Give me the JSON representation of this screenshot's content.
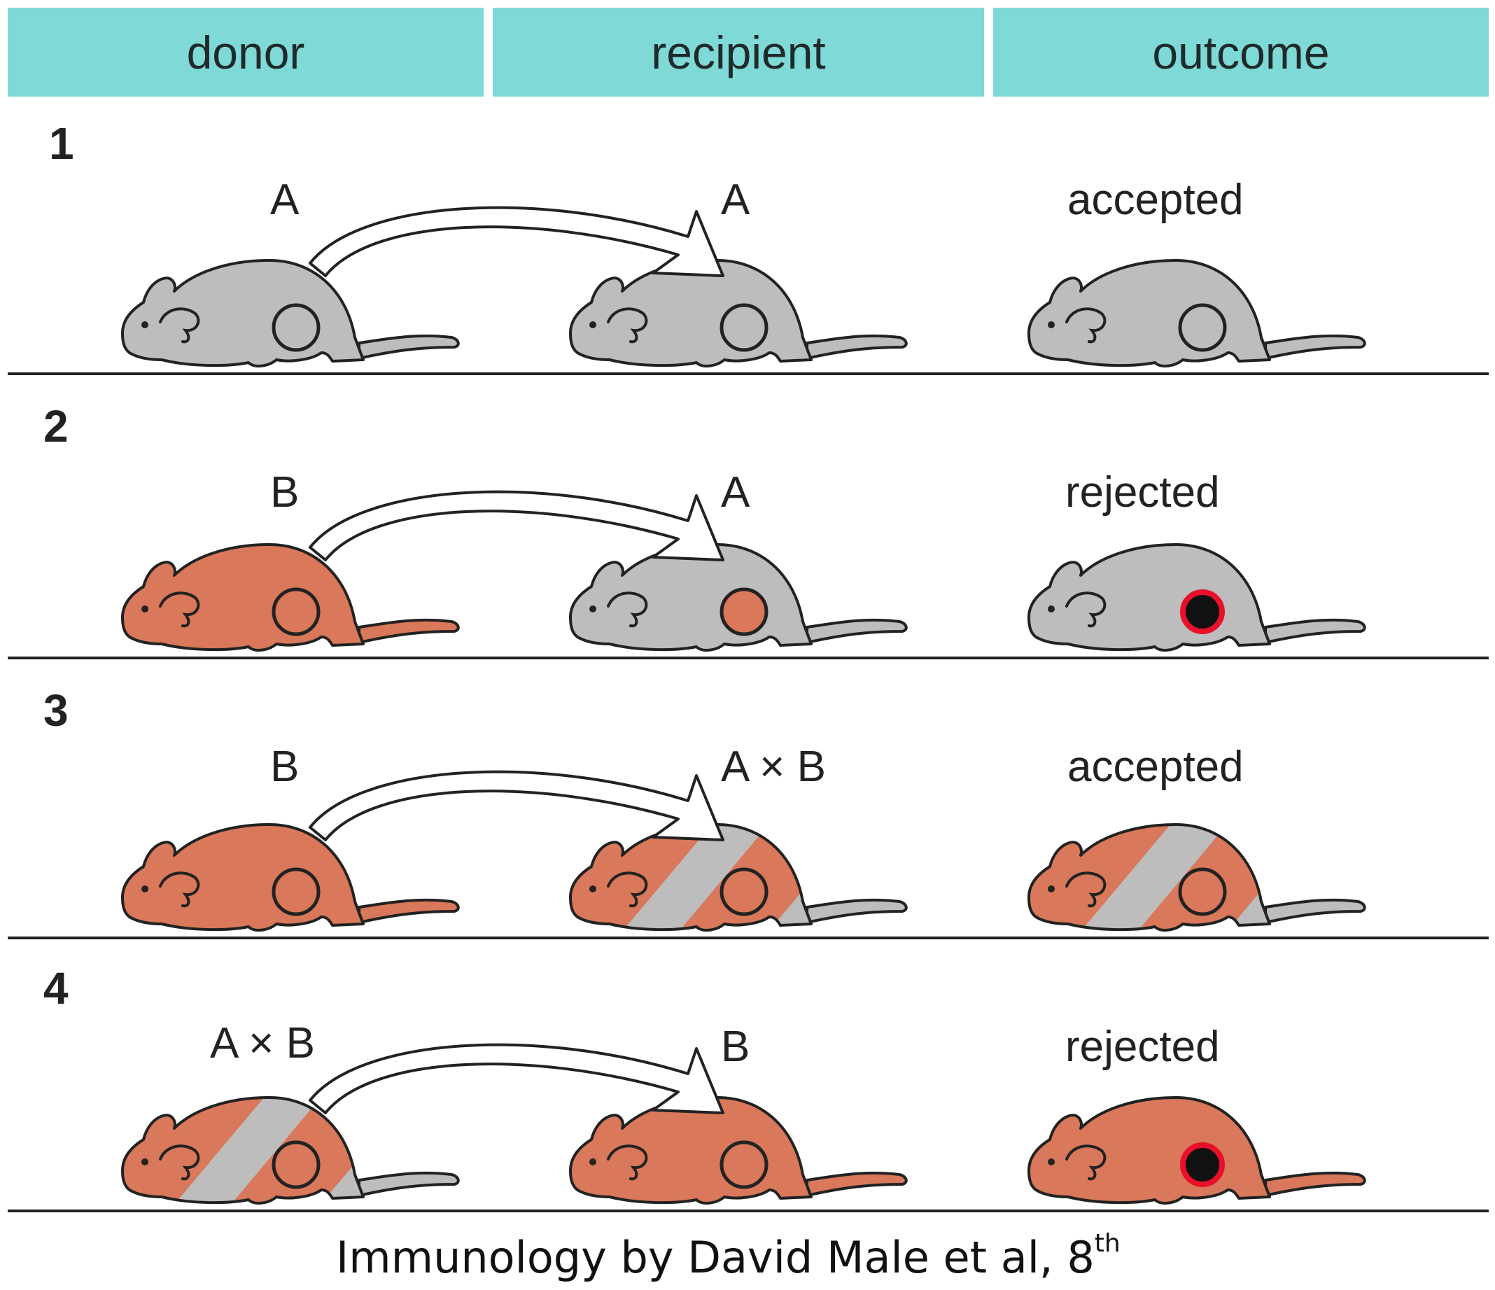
{
  "headers": {
    "donor": "donor",
    "recipient": "recipient",
    "outcome": "outcome"
  },
  "colors": {
    "header_bg": "#7fd9d6",
    "strain_a": "#bdbdbd",
    "strain_b": "#d9785a",
    "rejection_ring": "#e8102a"
  },
  "rows": [
    {
      "number": "1",
      "donor": "A",
      "recipient": "A",
      "outcome": "accepted"
    },
    {
      "number": "2",
      "donor": "B",
      "recipient": "A",
      "outcome": "rejected"
    },
    {
      "number": "3",
      "donor": "B",
      "recipient": "A × B",
      "outcome": "accepted"
    },
    {
      "number": "4",
      "donor": "A × B",
      "recipient": "B",
      "outcome": "rejected"
    }
  ],
  "citation": {
    "text": "Immunology by David Male et al, 8",
    "superscript": "th"
  }
}
